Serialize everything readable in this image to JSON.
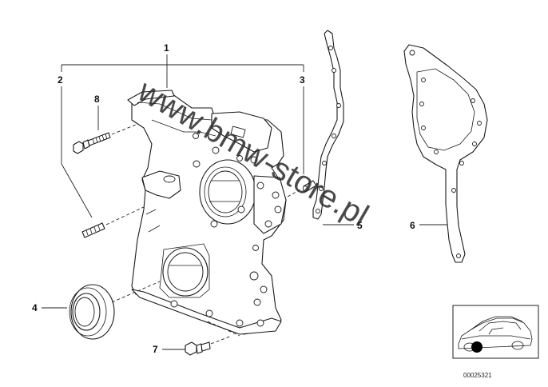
{
  "diagram": {
    "watermark": "www.bmw-store.pl",
    "reference_number": "00025321",
    "callouts": {
      "c1": "1",
      "c2": "2",
      "c3": "3",
      "c4": "4",
      "c5": "5",
      "c6": "6",
      "c7": "7",
      "c8": "8"
    }
  }
}
